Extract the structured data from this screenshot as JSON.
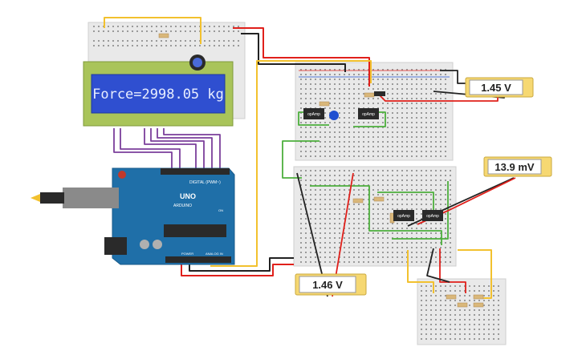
{
  "lcd": {
    "text": "Force=2998.05 kg"
  },
  "meters": {
    "top": {
      "value": "1.45 V"
    },
    "right": {
      "value": "13.9 mV"
    },
    "bottom": {
      "value": "1.46 V"
    }
  },
  "opamps": {
    "a": "opAmp",
    "b": "opAmp",
    "c": "opAmp",
    "d": "opAmp"
  },
  "arduino": {
    "model": "UNO",
    "brand": "ARDUINO",
    "digital_label": "DIGITAL (PWM~)",
    "power_label": "POWER",
    "analog_label": "ANALOG IN",
    "on_label": "ON"
  },
  "colors": {
    "breadboard": "#e9e9e9",
    "lcd_board": "#a9c45a",
    "lcd_screen": "#2f4fd0",
    "arduino": "#1f6fa8",
    "meter": "#f6d872",
    "wire_red": "#e0201b",
    "wire_black": "#222222",
    "wire_green": "#4caf3c",
    "wire_yellow": "#f2c12e",
    "wire_purple": "#7b3f9b"
  }
}
